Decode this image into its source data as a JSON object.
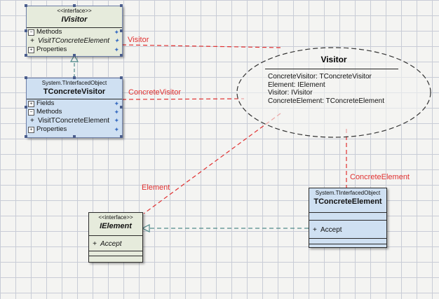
{
  "classes": {
    "ivisitor": {
      "stereotype": "<<interface>>",
      "name": "IVisitor",
      "methods_label": "Methods",
      "members": [
        "VisitTConcreteElement"
      ],
      "properties_label": "Properties"
    },
    "tconcretevisitor": {
      "stereotype": "System.TInterfacedObject",
      "name": "TConcreteVisitor",
      "fields_label": "Fields",
      "methods_label": "Methods",
      "members": [
        "VisitTConcreteElement"
      ],
      "properties_label": "Properties"
    },
    "ielement": {
      "stereotype": "<<interface>>",
      "name": "IElement",
      "members": [
        "Accept"
      ]
    },
    "tconcreteelement": {
      "stereotype": "System.TInterfacedObject",
      "name": "TConcreteElement",
      "members": [
        "Accept"
      ]
    }
  },
  "note": {
    "title": "Visitor",
    "lines": [
      "ConcreteVisitor: TConcreteVisitor",
      "Element: IElement",
      "Visitor: IVisitor",
      "ConcreteElement: TConcreteElement"
    ]
  },
  "connector_labels": {
    "visitor": "Visitor",
    "concrete_visitor": "ConcreteVisitor",
    "element": "Element",
    "concrete_element": "ConcreteElement"
  },
  "glyphs": {
    "expanded": "−",
    "collapsed": "+",
    "member_bullet": "+",
    "star": "✦"
  },
  "colors": {
    "interface_fill": "#e6ebdc",
    "class_fill": "#cfe0f2",
    "link_red": "#e03030",
    "realize_green": "#4f8a8a"
  }
}
